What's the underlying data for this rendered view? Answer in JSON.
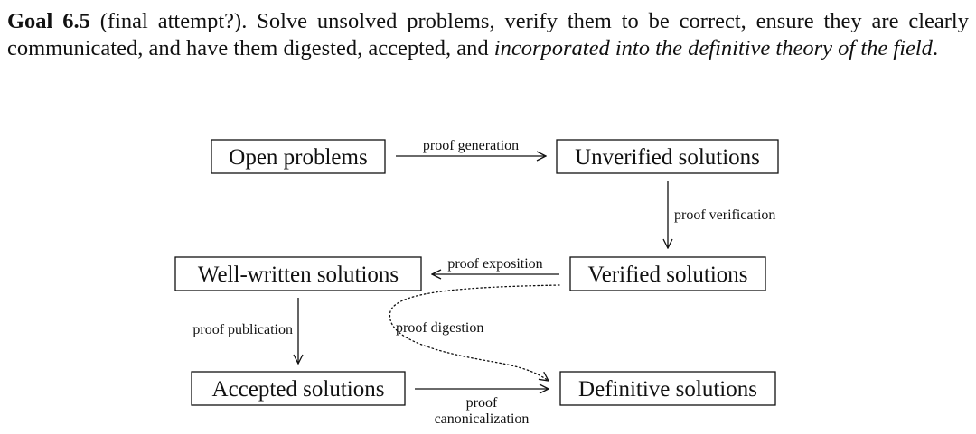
{
  "goal": {
    "label": "Goal 6.5",
    "qualifier": "(final attempt?).",
    "text_plain": " Solve unsolved problems, verify them to be correct, ensure they are clearly communicated, and have them digested, accepted, and ",
    "text_italic": "incorporated into the definitive theory of the field",
    "text_end": "."
  },
  "diagram": {
    "nodes": {
      "open": "Open problems",
      "unverified": "Unverified solutions",
      "verified": "Verified solutions",
      "wellwritten": "Well-written solutions",
      "accepted": "Accepted solutions",
      "definitive": "Definitive solutions"
    },
    "edges": {
      "generation": "proof generation",
      "verification": "proof verification",
      "exposition": "proof exposition",
      "publication": "proof publication",
      "digestion": "proof digestion",
      "canonicalization_1": "proof",
      "canonicalization_2": "canonicalization"
    }
  }
}
